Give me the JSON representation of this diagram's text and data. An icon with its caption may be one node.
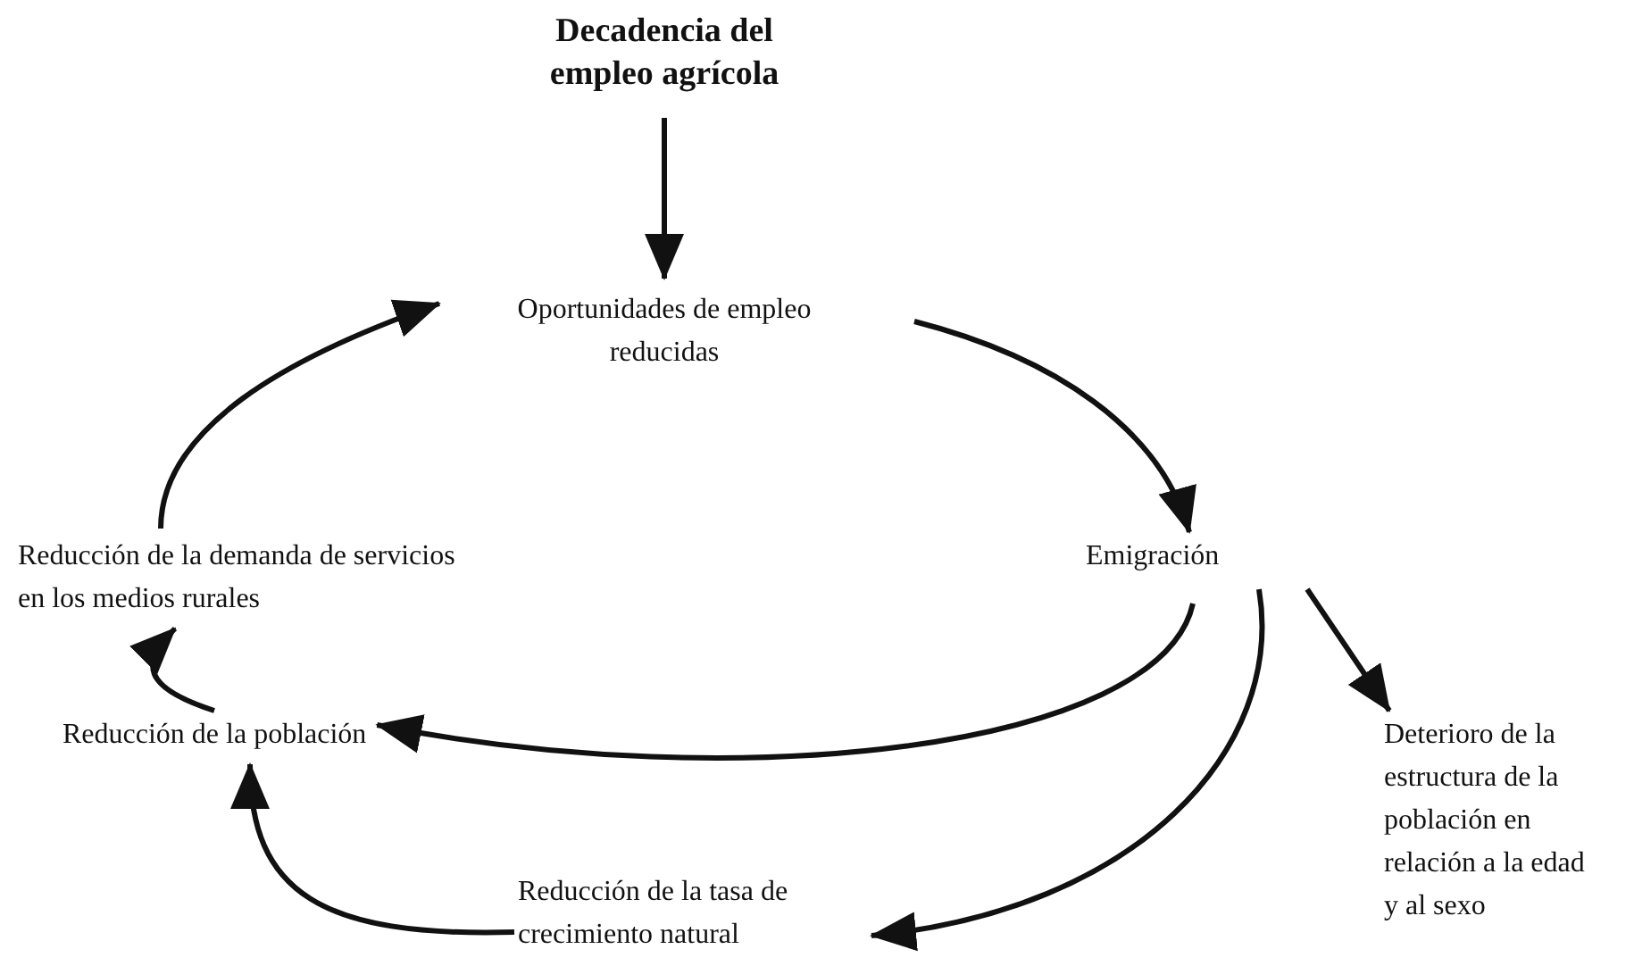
{
  "diagram": {
    "nodes": [
      {
        "text": [
          "Decadencia del empleo agrícola"
        ]
      },
      {
        "text": [
          "Oportunidades de empleo reducidas"
        ]
      },
      {
        "text": [
          "Emigración"
        ]
      },
      {
        "text": [
          "Deterioro de la estructura de la población en relación a la edad y al sexo"
        ]
      },
      {
        "text": [
          "Reducción de la tasa de crecimiento natural"
        ]
      },
      {
        "text": [
          "Reducción de la población"
        ]
      },
      {
        "text": [
          "Reducción de la demanda de servicios en los medios rurales"
        ]
      }
    ],
    "edges": [
      {
        "from": 0,
        "to": 1,
        "arrow": "to"
      },
      {
        "from": 1,
        "to": 2,
        "arrow": "to"
      },
      {
        "from": 2,
        "to": 3,
        "arrow": "to"
      },
      {
        "from": 2,
        "to": 5,
        "arrow": "to"
      },
      {
        "from": 2,
        "to": 4,
        "arrow": "to"
      },
      {
        "from": 4,
        "to": 5,
        "arrow": "to"
      },
      {
        "from": 5,
        "to": 6,
        "arrow": "to"
      },
      {
        "from": 6,
        "to": 1,
        "arrow": "to"
      }
    ]
  }
}
